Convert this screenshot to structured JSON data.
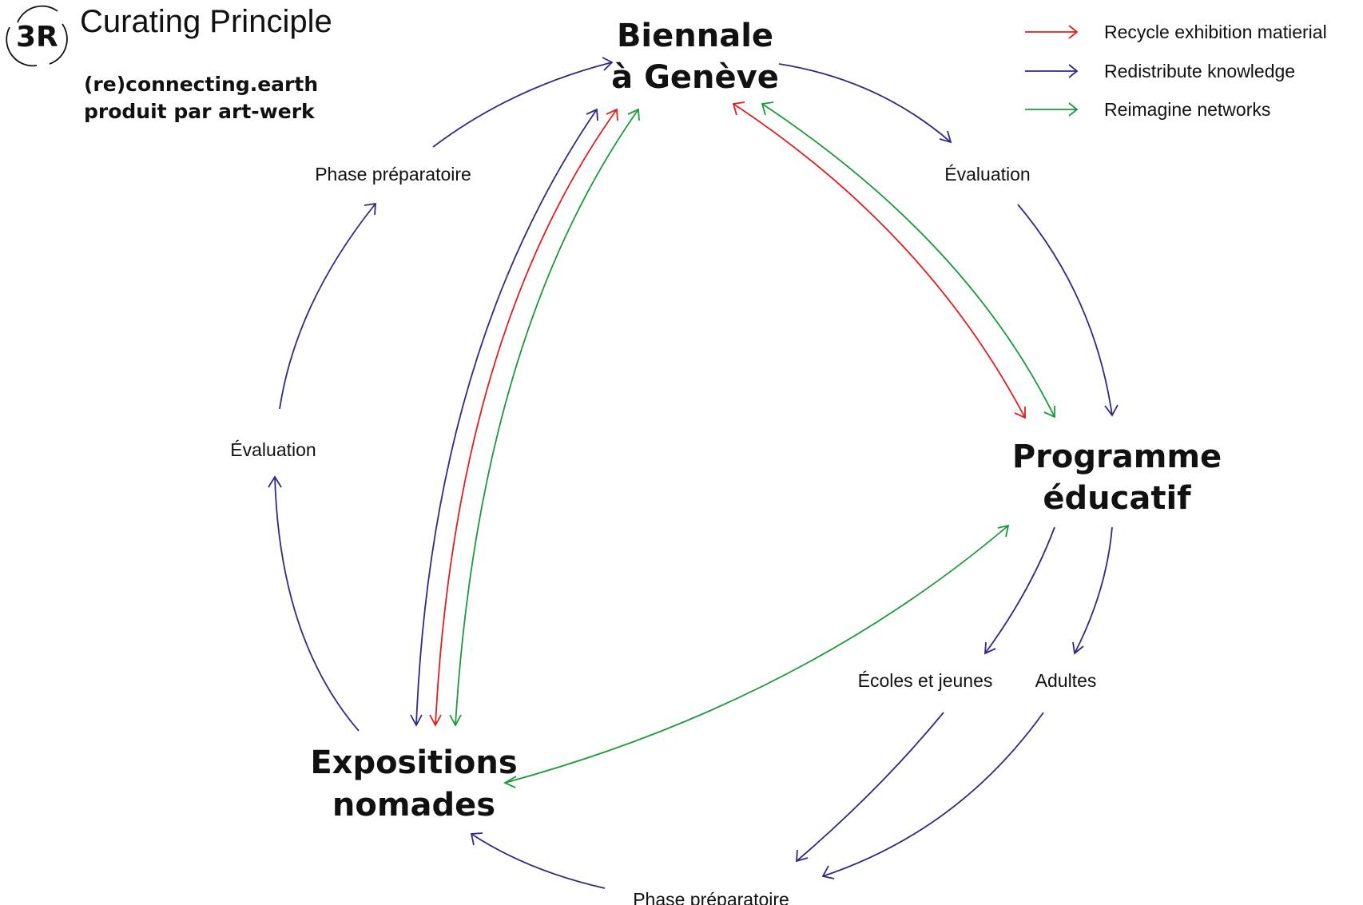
{
  "header": {
    "logo_text": "3R",
    "title": "Curating Principle",
    "subtitle_line1": "(re)connecting.earth",
    "subtitle_line2": "produit par art-werk"
  },
  "legend": {
    "items": [
      {
        "label": "Recycle exhibition matierial",
        "color": "#e01e1e"
      },
      {
        "label": "Redistribute knowledge",
        "color": "#2e2a85"
      },
      {
        "label": "Reimagine networks",
        "color": "#1a9a3a"
      }
    ]
  },
  "nodes": {
    "biennale": {
      "line1": "Biennale",
      "line2": "à Genève"
    },
    "programme": {
      "line1": "Programme",
      "line2": "éducatif"
    },
    "expositions": {
      "line1": "Expositions",
      "line2": "nomades"
    }
  },
  "stages": {
    "phase_top_left": "Phase préparatoire",
    "evaluation_top_right": "Évaluation",
    "evaluation_left": "Évaluation",
    "ecoles": "Écoles et jeunes",
    "adultes": "Adultes",
    "phase_bottom": "Phase préparatoire"
  }
}
